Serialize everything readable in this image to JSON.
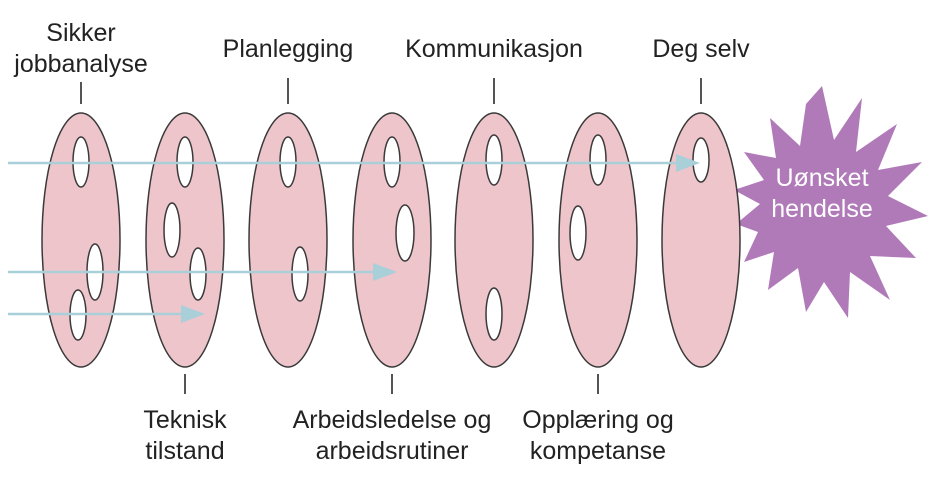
{
  "colors": {
    "slice_fill": "#efc5cc",
    "slice_stroke": "#3a3a3a",
    "hole_fill": "#ffffff",
    "arrow": "#a9cfd9",
    "event_fill": "#b07ab9",
    "text": "#222222"
  },
  "top_labels": [
    {
      "lines": [
        "Sikker",
        "jobbanalyse"
      ]
    },
    {
      "lines": [
        "Planlegging"
      ]
    },
    {
      "lines": [
        "Kommunikasjon"
      ]
    },
    {
      "lines": [
        "Deg selv"
      ]
    }
  ],
  "bottom_labels": [
    {
      "lines": [
        "Teknisk",
        "tilstand"
      ]
    },
    {
      "lines": [
        "Arbeidsledelse og",
        "arbeidsrutiner"
      ]
    },
    {
      "lines": [
        "Opplæring og",
        "kompetanse"
      ]
    }
  ],
  "event": {
    "lines": [
      "Uønsket",
      "hendelse"
    ]
  },
  "slice_count": 7
}
